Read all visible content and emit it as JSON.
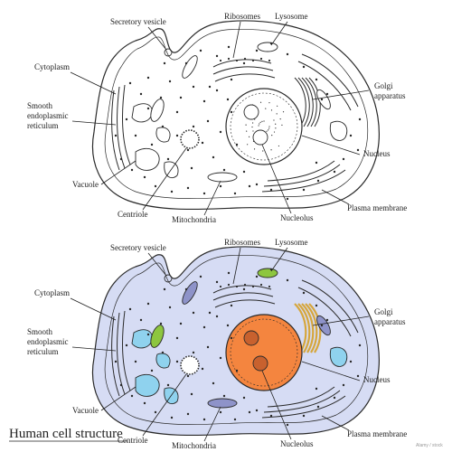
{
  "title": "Human cell structure",
  "watermark": "Alamy / stock",
  "colors": {
    "outline": "#2a2a2a",
    "plain_fill": "#ffffff",
    "cytoplasm_fill": "#d6dcf4",
    "nucleus_fill": "#f4853f",
    "nucleolus_fill": "#c8612e",
    "vacuole_fill": "#8fd2ee",
    "lysosome_fill": "#8dc63f",
    "mitochondria_fill": "#8e93c9",
    "golgi_fill": "#d6a63c"
  },
  "diagrams": [
    {
      "variant": "line-drawing",
      "labels": {
        "secretory_vesicle": "Secretory vesicle",
        "ribosomes": "Ribosomes",
        "lysosome": "Lysosome",
        "cytoplasm": "Cytoplasm",
        "golgi_line1": "Golgi",
        "golgi_line2": "apparatus",
        "ser_line1": "Smooth",
        "ser_line2": "endoplasmic",
        "ser_line3": "reticulum",
        "nucleus": "Nucleus",
        "vacuole": "Vacuole",
        "plasma_membrane": "Plasma membrane",
        "centriole": "Centriole",
        "nucleolus": "Nucleolus",
        "mitochondria": "Mitochondria"
      }
    },
    {
      "variant": "colored",
      "labels": {
        "secretory_vesicle": "Secretory vesicle",
        "ribosomes": "Ribosomes",
        "lysosome": "Lysosome",
        "cytoplasm": "Cytoplasm",
        "golgi_line1": "Golgi",
        "golgi_line2": "apparatus",
        "ser_line1": "Smooth",
        "ser_line2": "endoplasmic",
        "ser_line3": "reticulum",
        "nucleus": "Nucleus",
        "vacuole": "Vacuole",
        "plasma_membrane": "Plasma membrane",
        "centriole": "Centriole",
        "nucleolus": "Nucleolus",
        "mitochondria": "Mitochondria"
      }
    }
  ]
}
